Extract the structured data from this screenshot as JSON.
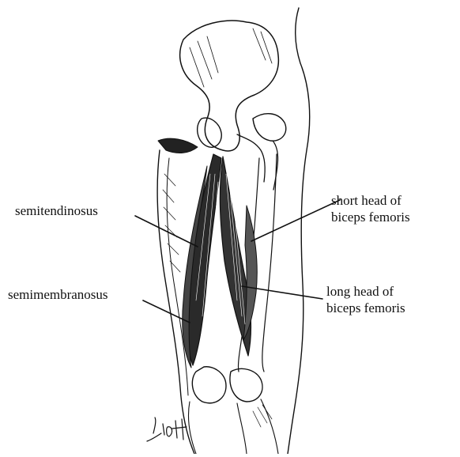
{
  "colors": {
    "ink": "#111111",
    "background": "#ffffff"
  },
  "labels": {
    "semitendinosus": "semitendinosus",
    "semimembranosus": "semimembranosus",
    "short_head": {
      "line1": "short head of",
      "line2": "biceps femoris"
    },
    "long_head": {
      "line1": "long head of",
      "line2": "biceps femoris"
    }
  },
  "signature": "Liott"
}
